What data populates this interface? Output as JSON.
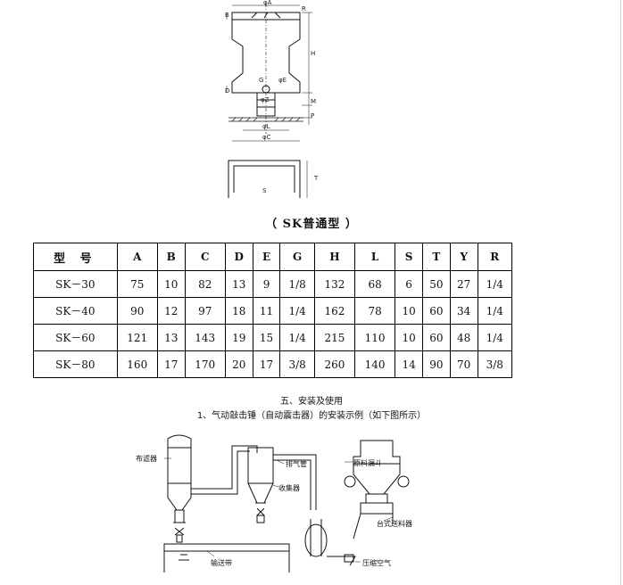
{
  "drawing_top": {
    "labels": {
      "A": "φA",
      "B": "B",
      "R": "R",
      "H": "H",
      "D": "D",
      "G": "G",
      "E": "φE",
      "Z": "φZ",
      "M": "M",
      "P": "P",
      "L": "φL",
      "C": "φC",
      "T": "T",
      "S": "S"
    }
  },
  "caption": "（ SK普通型 ）",
  "table": {
    "headers": [
      "型 号",
      "A",
      "B",
      "C",
      "D",
      "E",
      "G",
      "H",
      "L",
      "S",
      "T",
      "Y",
      "R"
    ],
    "rows": [
      [
        "SK－30",
        "75",
        "10",
        "82",
        "13",
        "9",
        "1/8",
        "132",
        "68",
        "6",
        "50",
        "27",
        "1/4"
      ],
      [
        "SK－40",
        "90",
        "12",
        "97",
        "18",
        "11",
        "1/4",
        "162",
        "78",
        "10",
        "60",
        "34",
        "1/4"
      ],
      [
        "SK－60",
        "121",
        "13",
        "143",
        "19",
        "15",
        "1/4",
        "215",
        "110",
        "10",
        "60",
        "48",
        "1/4"
      ],
      [
        "SK－80",
        "160",
        "17",
        "170",
        "20",
        "17",
        "3/8",
        "260",
        "140",
        "14",
        "90",
        "70",
        "3/8"
      ]
    ]
  },
  "section": {
    "title": "五、安装及使用",
    "subtitle": "1、气动敲击锤（自动震击器）的安装示例（如下图所示）"
  },
  "diagram_bottom": {
    "labels": {
      "filter": "布滤器",
      "exhaust": "排气管",
      "raw_hopper": "原料漏斗",
      "collector": "收集器",
      "feeder": "台式送料器",
      "conveyor": "输送带",
      "compressed_air": "压缩空气"
    }
  }
}
